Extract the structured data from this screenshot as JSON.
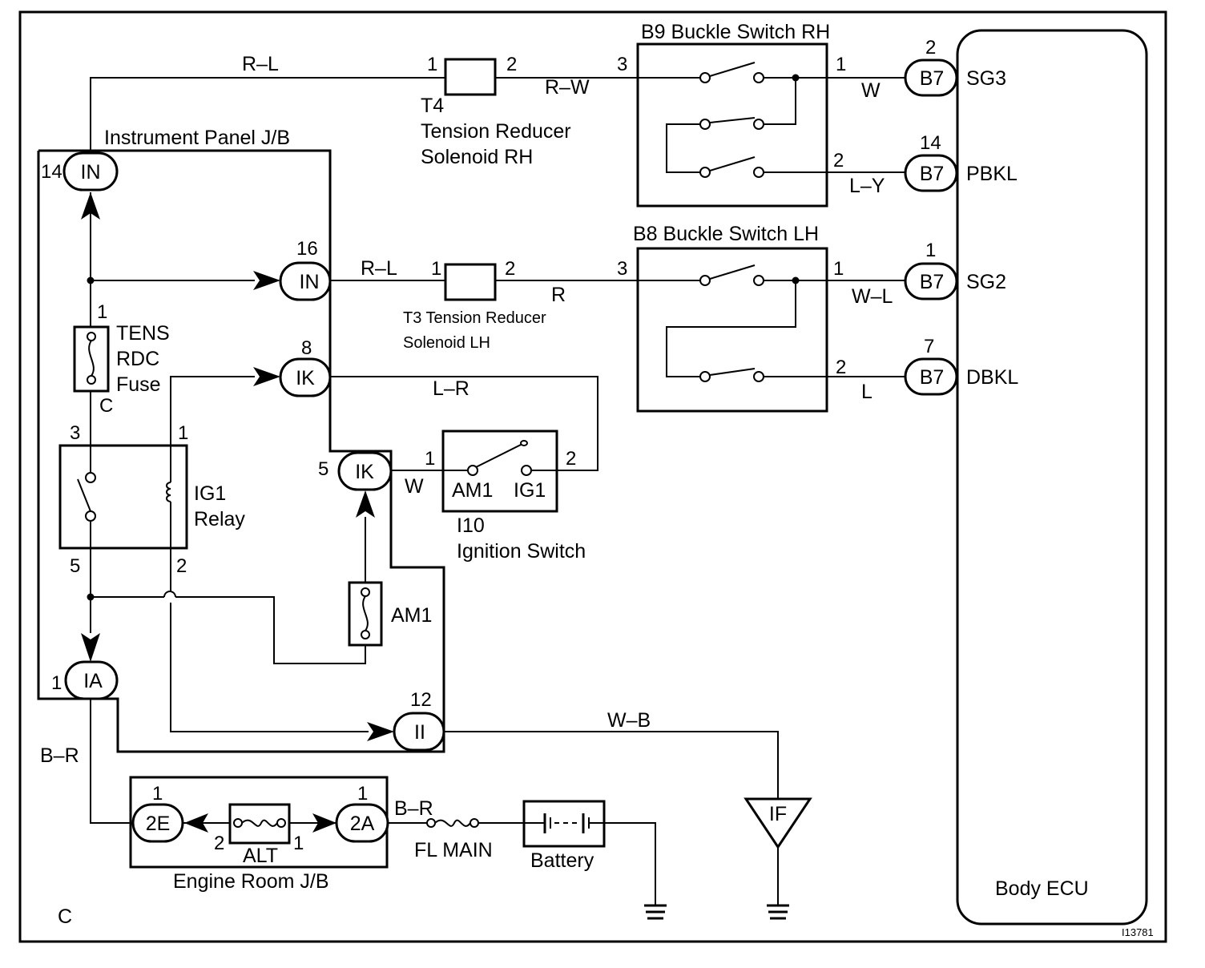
{
  "diagram_id": "I13781",
  "corner_mark": "C",
  "instrument_panel_jb": "Instrument Panel J/B",
  "engine_room_jb": "Engine Room J/B",
  "body_ecu": "Body ECU",
  "t4": {
    "code": "T4",
    "line1": "Tension Reducer",
    "line2": "Solenoid RH",
    "pin_a": "1",
    "pin_b": "2"
  },
  "t3": {
    "line1": "T3 Tension Reducer",
    "line2": "Solenoid LH",
    "pin_a": "1",
    "pin_b": "2"
  },
  "b9": {
    "title": "B9 Buckle Switch RH",
    "pin3": "3",
    "pin1": "1",
    "pin2": "2"
  },
  "b8": {
    "title": "B8 Buckle Switch LH",
    "pin3": "3",
    "pin1": "1",
    "pin2": "2"
  },
  "fuse_tens": {
    "line1": "TENS",
    "line2": "RDC",
    "line3": "Fuse",
    "pin": "1",
    "pin_c": "C"
  },
  "relay": {
    "line1": "IG1",
    "line2": "Relay",
    "pin3": "3",
    "pin1": "1",
    "pin5": "5",
    "pin2": "2"
  },
  "ignition": {
    "code": "I10",
    "name": "Ignition Switch",
    "am1": "AM1",
    "ig1": "IG1",
    "pin1": "1",
    "pin2": "2"
  },
  "am1_fuse": "AM1",
  "alt_fuse": "ALT",
  "fl_main": "FL MAIN",
  "battery": "Battery",
  "ground_if": "IF",
  "connectors": {
    "in14": {
      "label": "IN",
      "pin": "14"
    },
    "in16": {
      "label": "IN",
      "pin": "16"
    },
    "ik8": {
      "label": "IK",
      "pin": "8"
    },
    "ik5": {
      "label": "IK",
      "pin": "5"
    },
    "ia1": {
      "label": "IA",
      "pin": "1"
    },
    "ii12": {
      "label": "II",
      "pin": "12"
    },
    "e2": {
      "label": "2E",
      "pin": "1",
      "pin_alt": "2"
    },
    "a2": {
      "label": "2A",
      "pin": "1",
      "pin_alt": "1"
    },
    "b7_sg3": {
      "label": "B7",
      "pin": "2",
      "signal": "SG3"
    },
    "b7_pbkl": {
      "label": "B7",
      "pin": "14",
      "signal": "PBKL"
    },
    "b7_sg2": {
      "label": "B7",
      "pin": "1",
      "signal": "SG2"
    },
    "b7_dbkl": {
      "label": "B7",
      "pin": "7",
      "signal": "DBKL"
    }
  },
  "wires": {
    "top_rl": "R–L",
    "t4_rw": "R–W",
    "sg3_w": "W",
    "pbkl_ly": "L–Y",
    "in16_rl": "R–L",
    "t3_r": "R",
    "sg2_wl": "W–L",
    "dbkl_l": "L",
    "ik8_lr": "L–R",
    "ik5_w": "W",
    "ii_wb": "W–B",
    "br_left": "B–R",
    "br_right": "B–R"
  }
}
